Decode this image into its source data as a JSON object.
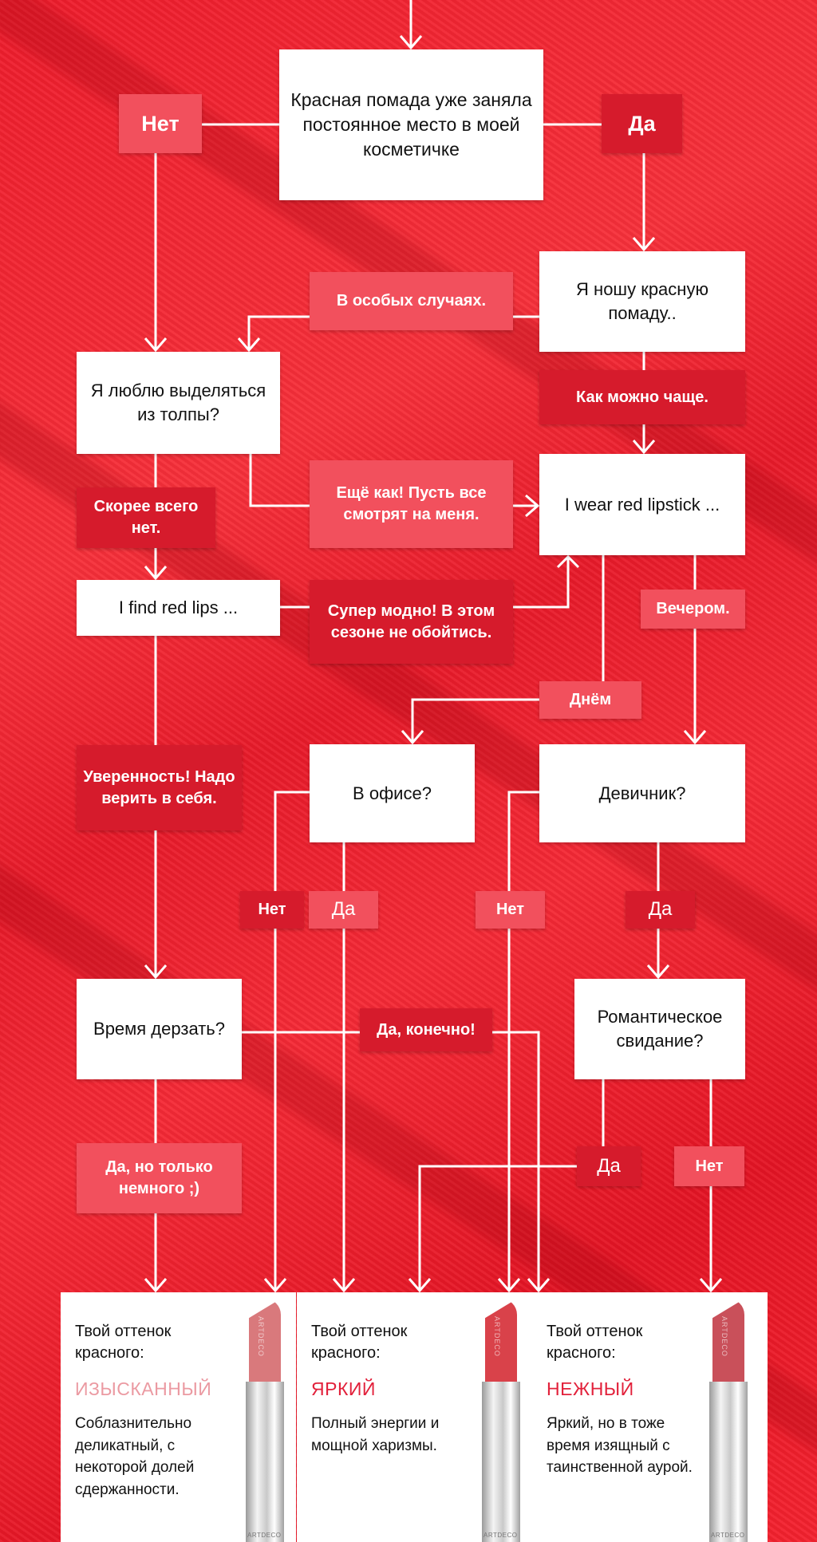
{
  "nodes": {
    "start": "Красная помада уже заняла постоянное место в моей косметичке",
    "wear": "Я ношу красную помаду..",
    "stand_out": "Я люблю выделяться из толпы?",
    "wear_red": "I wear red lipstick ...",
    "find_red": "I find red lips ...",
    "office": "В офисе?",
    "girls_night": "Девичник?",
    "time_dare": "Время дерзать?",
    "romantic": "Романтическое свидание?"
  },
  "labels": {
    "no_top": "Нет",
    "yes_top": "Да",
    "special": "В особых случаях.",
    "often": "Как можно чаще.",
    "of_course": "Ещё как! Пусть все смотрят на меня.",
    "rather_not": "Скорее всего нет.",
    "trendy": "Супер модно! В этом сезоне не обойтись.",
    "evening": "Вечером.",
    "day": "Днём",
    "confidence": "Уверенность! Надо верить в себя.",
    "office_no": "Нет",
    "office_yes": "Да",
    "girls_no": "Нет",
    "girls_yes": "Да",
    "yes_sure": "Да, конечно!",
    "yes_little": "Да, но только немного ;)",
    "romantic_yes": "Да",
    "romantic_no": "Нет"
  },
  "results": [
    {
      "pre": "Твой оттенок красного:",
      "shade": "ИЗЫСКАННЫЙ",
      "desc": "Соблазнительно деликатный, с некоторой долей сдержанности.",
      "shade_color": "#eb9aa2",
      "lip_color": "#d9797c"
    },
    {
      "pre": "Твой оттенок красного:",
      "shade": "ЯРКИЙ",
      "desc": "Полный энергии и мощной харизмы.",
      "shade_color": "#e2213b",
      "lip_color": "#d9424a"
    },
    {
      "pre": "Твой оттенок красного:",
      "shade": "НЕЖНЫЙ",
      "desc": "Яркий, но в тоже время изящный с таинственной аурой.",
      "shade_color": "#e2213b",
      "lip_color": "#c9505a"
    }
  ],
  "brand": "ARTDECO",
  "colors": {
    "background": "#ee1c2c",
    "label_dark": "#d61b2c",
    "label_light": "#f2505d"
  }
}
